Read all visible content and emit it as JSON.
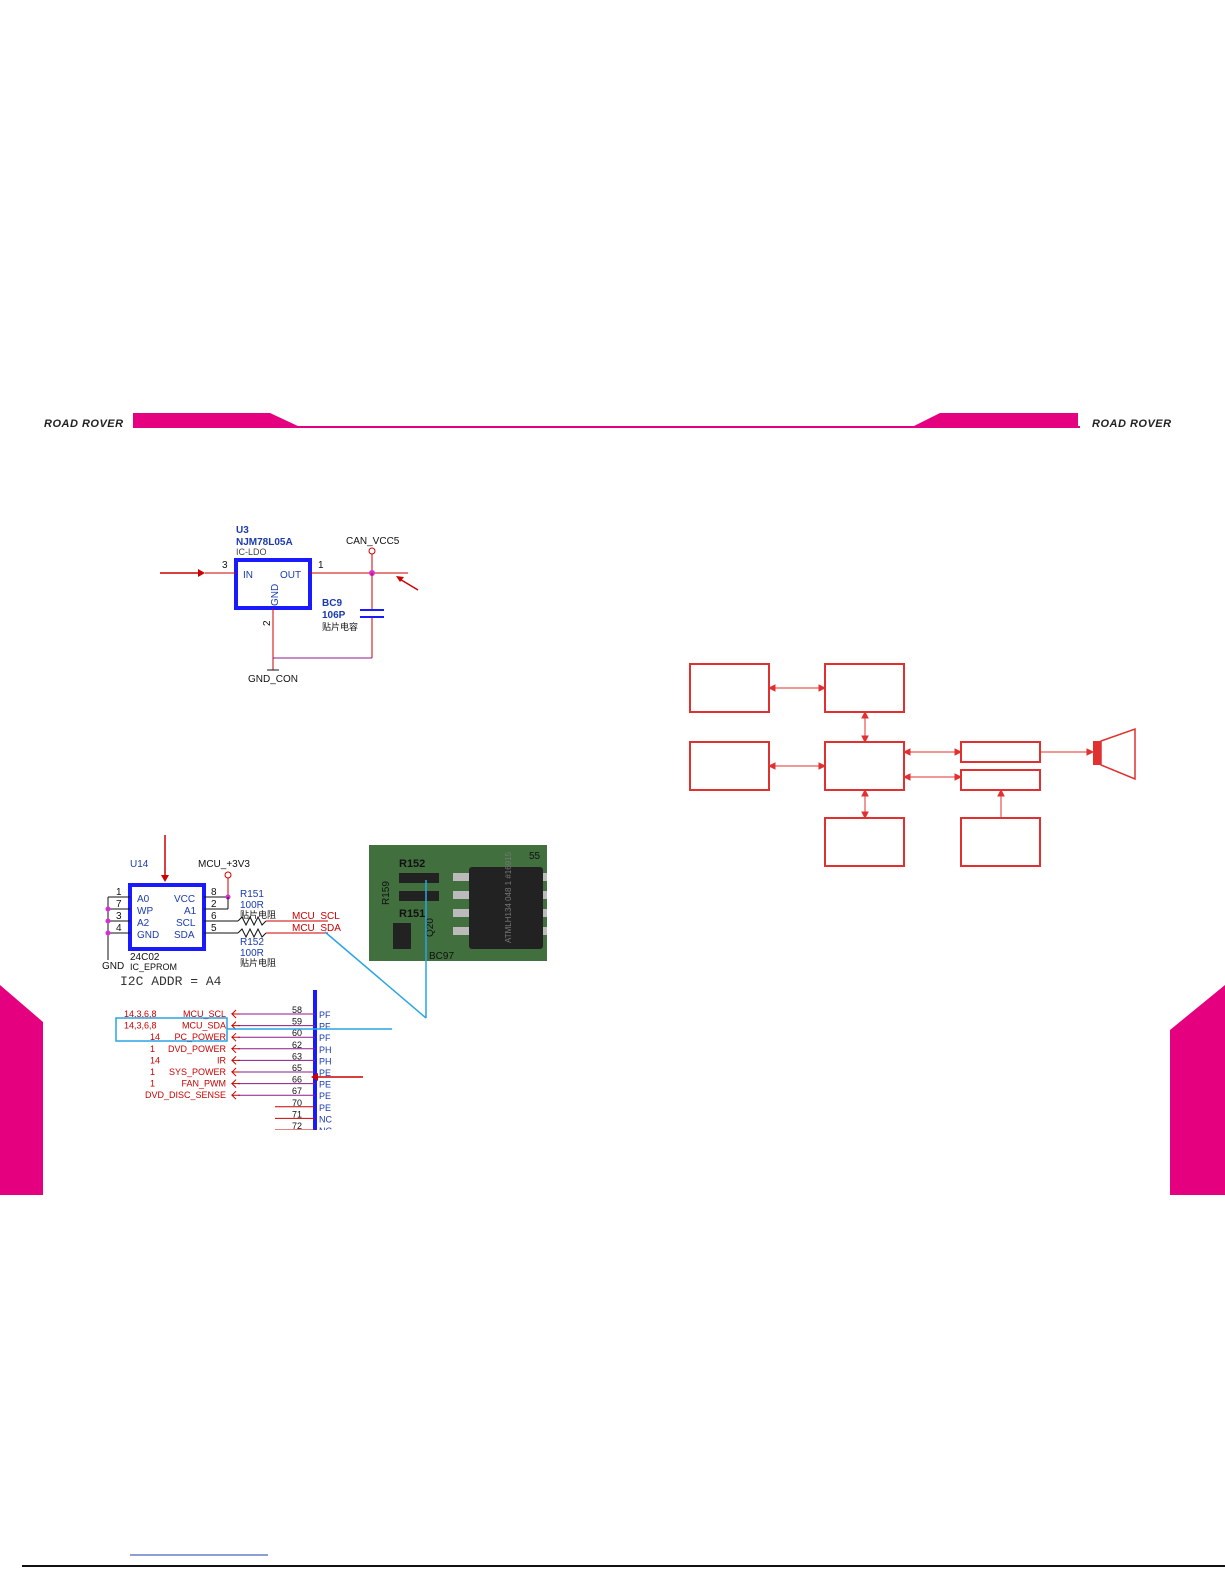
{
  "header": {
    "logo_left": "ROAD ROVER",
    "logo_right": "ROAD ROVER",
    "accent_color": "#e4007f"
  },
  "ldo": {
    "ref": "U3",
    "part": "NJM78L05A",
    "type": "IC-LDO",
    "pin_in": "IN",
    "pin_out": "OUT",
    "pin_gnd": "GND",
    "pin3": "3",
    "pin1": "1",
    "pin2": "2",
    "net_out": "CAN_VCC5",
    "cap_ref": "BC9",
    "cap_value": "106P",
    "cap_note": "贴片电容",
    "net_gnd": "GND_CON"
  },
  "eeprom": {
    "ref": "U14",
    "supply": "MCU_+3V3",
    "pins_left": [
      "A0",
      "WP",
      "A2",
      "GND"
    ],
    "pins_right": [
      "VCC",
      "A1",
      "SCL",
      "SDA"
    ],
    "nums_left": [
      "1",
      "7",
      "3",
      "4"
    ],
    "nums_right": [
      "8",
      "2",
      "6",
      "5"
    ],
    "part": "24C02",
    "type": "IC_EPROM",
    "gnd_label": "GND",
    "r151_ref": "R151",
    "r151_val": "100R",
    "r151_note": "贴片电阻",
    "r152_ref": "R152",
    "r152_val": "100R",
    "r152_note": "贴片电阻",
    "net_scl": "MCU_SCL",
    "net_sda": "MCU_SDA",
    "i2c_addr": "I2C ADDR = A4"
  },
  "photo": {
    "labels": [
      "R152",
      "R159",
      "R151",
      "Q20",
      "BC97",
      "55"
    ],
    "chip_text": "ATMLH134 048 1 #16915"
  },
  "connector": {
    "rows": [
      {
        "pin": "58",
        "ref": "14,3,6,8",
        "net": "MCU_SCL",
        "port": "PF"
      },
      {
        "pin": "59",
        "ref": "14,3,6,8",
        "net": "MCU_SDA",
        "port": "PF"
      },
      {
        "pin": "60",
        "ref": "14",
        "net": "PC_POWER",
        "port": "PF"
      },
      {
        "pin": "62",
        "ref": "1",
        "net": "DVD_POWER",
        "port": "PH"
      },
      {
        "pin": "63",
        "ref": "14",
        "net": "IR",
        "port": "PH"
      },
      {
        "pin": "65",
        "ref": "1",
        "net": "SYS_POWER",
        "port": "PE"
      },
      {
        "pin": "66",
        "ref": "1",
        "net": "FAN_PWM",
        "port": "PE"
      },
      {
        "pin": "67",
        "ref": "",
        "net": "DVD_DISC_SENSE",
        "port": "PE"
      },
      {
        "pin": "70",
        "ref": "",
        "net": "",
        "port": "PE"
      },
      {
        "pin": "71",
        "ref": "",
        "net": "",
        "port": "NC"
      },
      {
        "pin": "72",
        "ref": "",
        "net": "",
        "port": "NC"
      }
    ]
  },
  "colors": {
    "wire": "#cc0000",
    "chip_outline": "#1a1aff",
    "callout": "#2aa4e6",
    "junction": "#d52ed5",
    "block_outline": "#e03030",
    "text_blue": "#1a3bb0"
  }
}
